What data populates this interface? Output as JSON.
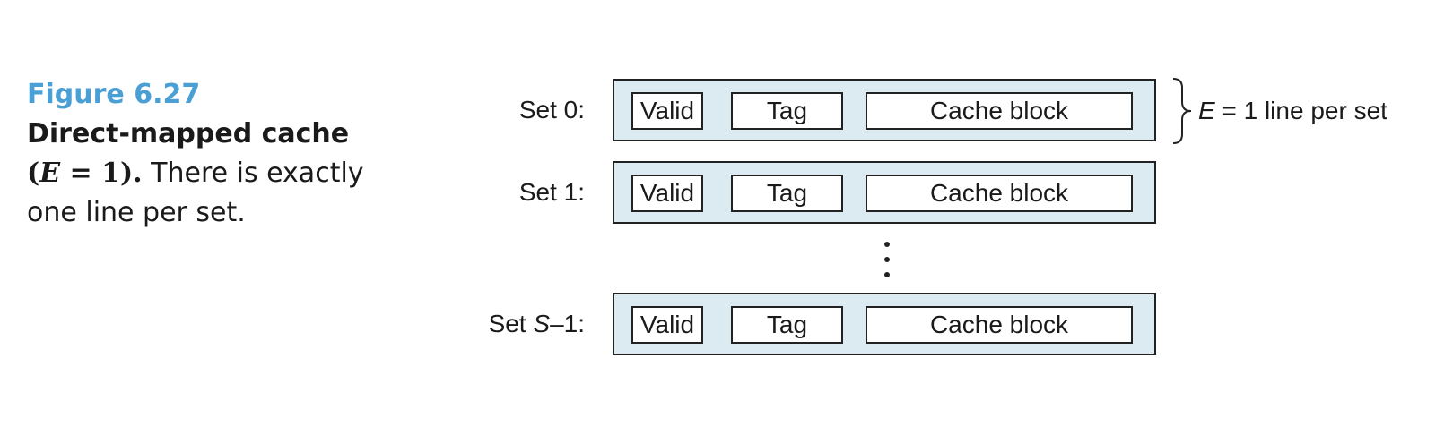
{
  "caption": {
    "figure_number": "Figure 6.27",
    "title": "Direct-mapped cache",
    "math_open": "(",
    "math_var": "E",
    "math_rest": " = 1",
    "math_close": ").",
    "body_after_math": " There is exactly",
    "body_line2": "one line per set."
  },
  "sets": [
    {
      "label_prefix": "Set 0:",
      "valid": "Valid",
      "tag": "Tag",
      "block": "Cache block"
    },
    {
      "label_prefix": "Set 1:",
      "valid": "Valid",
      "tag": "Tag",
      "block": "Cache block"
    },
    {
      "label_set": "Set ",
      "label_var": "S",
      "label_suffix": "–1:",
      "valid": "Valid",
      "tag": "Tag",
      "block": "Cache block"
    }
  ],
  "brace_annotation": {
    "var": "E",
    "text": " = 1 line per set"
  },
  "colors": {
    "figure_number": "#4a9fd5",
    "row_fill": "#dceaf2",
    "cell_fill": "#ffffff",
    "stroke": "#222222"
  }
}
